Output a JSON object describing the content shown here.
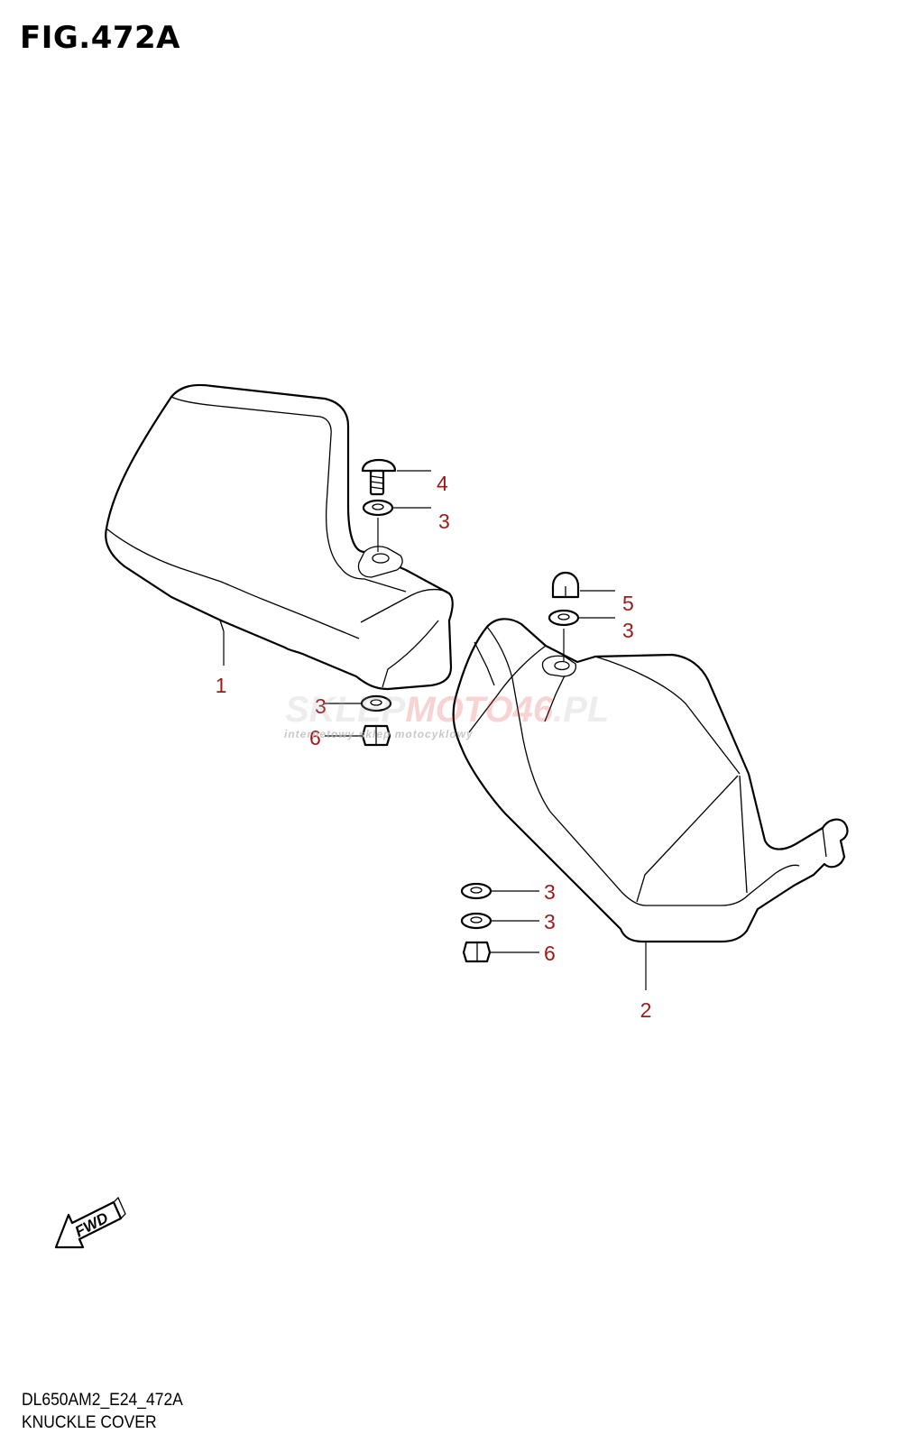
{
  "figure": {
    "title": "FIG.472A"
  },
  "footer": {
    "model_code": "DL650AM2_E24_472A",
    "section_name": "KNUCKLE COVER"
  },
  "callouts": [
    {
      "id": "c1",
      "label": "1"
    },
    {
      "id": "c2",
      "label": "2"
    },
    {
      "id": "c3a",
      "label": "3"
    },
    {
      "id": "c3b",
      "label": "3"
    },
    {
      "id": "c3c",
      "label": "3"
    },
    {
      "id": "c3d",
      "label": "3"
    },
    {
      "id": "c3e",
      "label": "3"
    },
    {
      "id": "c4",
      "label": "4"
    },
    {
      "id": "c5",
      "label": "5"
    },
    {
      "id": "c6a",
      "label": "6"
    },
    {
      "id": "c6b",
      "label": "6"
    }
  ],
  "fwd_arrow": {
    "label": "FWD"
  },
  "watermark": {
    "brand_a": "SKLEP",
    "brand_b": "MOTO",
    "brand_c": "46",
    "brand_d": ".PL",
    "tagline": "internetowy sklep motocyklowy"
  },
  "colors": {
    "callout": "#9b1b1b",
    "watermark_red": "#e23b3b",
    "watermark_gray": "#c8c8c8"
  }
}
